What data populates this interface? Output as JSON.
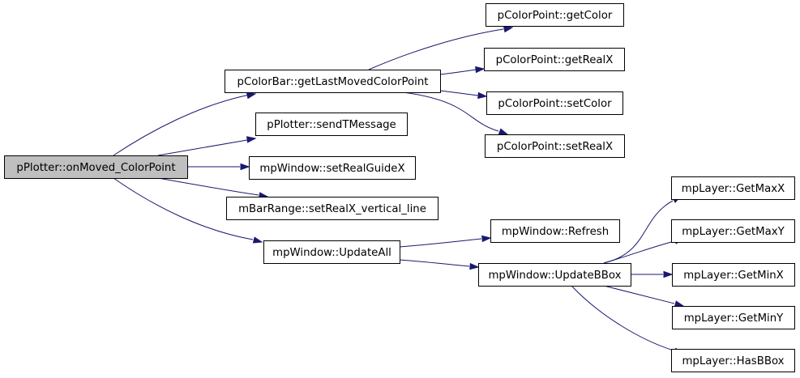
{
  "colors": {
    "edge": "#191970",
    "node_fill": "#ffffff",
    "root_fill": "#bfbfbf",
    "node_border": "#000000"
  },
  "nodes": [
    {
      "id": "n0",
      "label": "pPlotter::onMoved_ColorPoint",
      "root": true
    },
    {
      "id": "n1",
      "label": "pColorBar::getLastMovedColorPoint"
    },
    {
      "id": "n2",
      "label": "pColorPoint::getColor"
    },
    {
      "id": "n3",
      "label": "pColorPoint::getRealX"
    },
    {
      "id": "n4",
      "label": "pColorPoint::setColor"
    },
    {
      "id": "n5",
      "label": "pColorPoint::setRealX"
    },
    {
      "id": "n6",
      "label": "pPlotter::sendTMessage"
    },
    {
      "id": "n7",
      "label": "mpWindow::setRealGuideX"
    },
    {
      "id": "n8",
      "label": "mBarRange::setRealX_vertical_line"
    },
    {
      "id": "n9",
      "label": "mpWindow::UpdateAll"
    },
    {
      "id": "n10",
      "label": "mpWindow::Refresh"
    },
    {
      "id": "n11",
      "label": "mpWindow::UpdateBBox"
    },
    {
      "id": "n12",
      "label": "mpLayer::GetMaxX"
    },
    {
      "id": "n13",
      "label": "mpLayer::GetMaxY"
    },
    {
      "id": "n14",
      "label": "mpLayer::GetMinX"
    },
    {
      "id": "n15",
      "label": "mpLayer::GetMinY"
    },
    {
      "id": "n16",
      "label": "mpLayer::HasBBox"
    }
  ],
  "edges": [
    [
      "n0",
      "n1"
    ],
    [
      "n0",
      "n6"
    ],
    [
      "n0",
      "n7"
    ],
    [
      "n0",
      "n8"
    ],
    [
      "n0",
      "n9"
    ],
    [
      "n1",
      "n2"
    ],
    [
      "n1",
      "n3"
    ],
    [
      "n1",
      "n4"
    ],
    [
      "n1",
      "n5"
    ],
    [
      "n9",
      "n10"
    ],
    [
      "n9",
      "n11"
    ],
    [
      "n11",
      "n12"
    ],
    [
      "n11",
      "n13"
    ],
    [
      "n11",
      "n14"
    ],
    [
      "n11",
      "n15"
    ],
    [
      "n11",
      "n16"
    ]
  ]
}
